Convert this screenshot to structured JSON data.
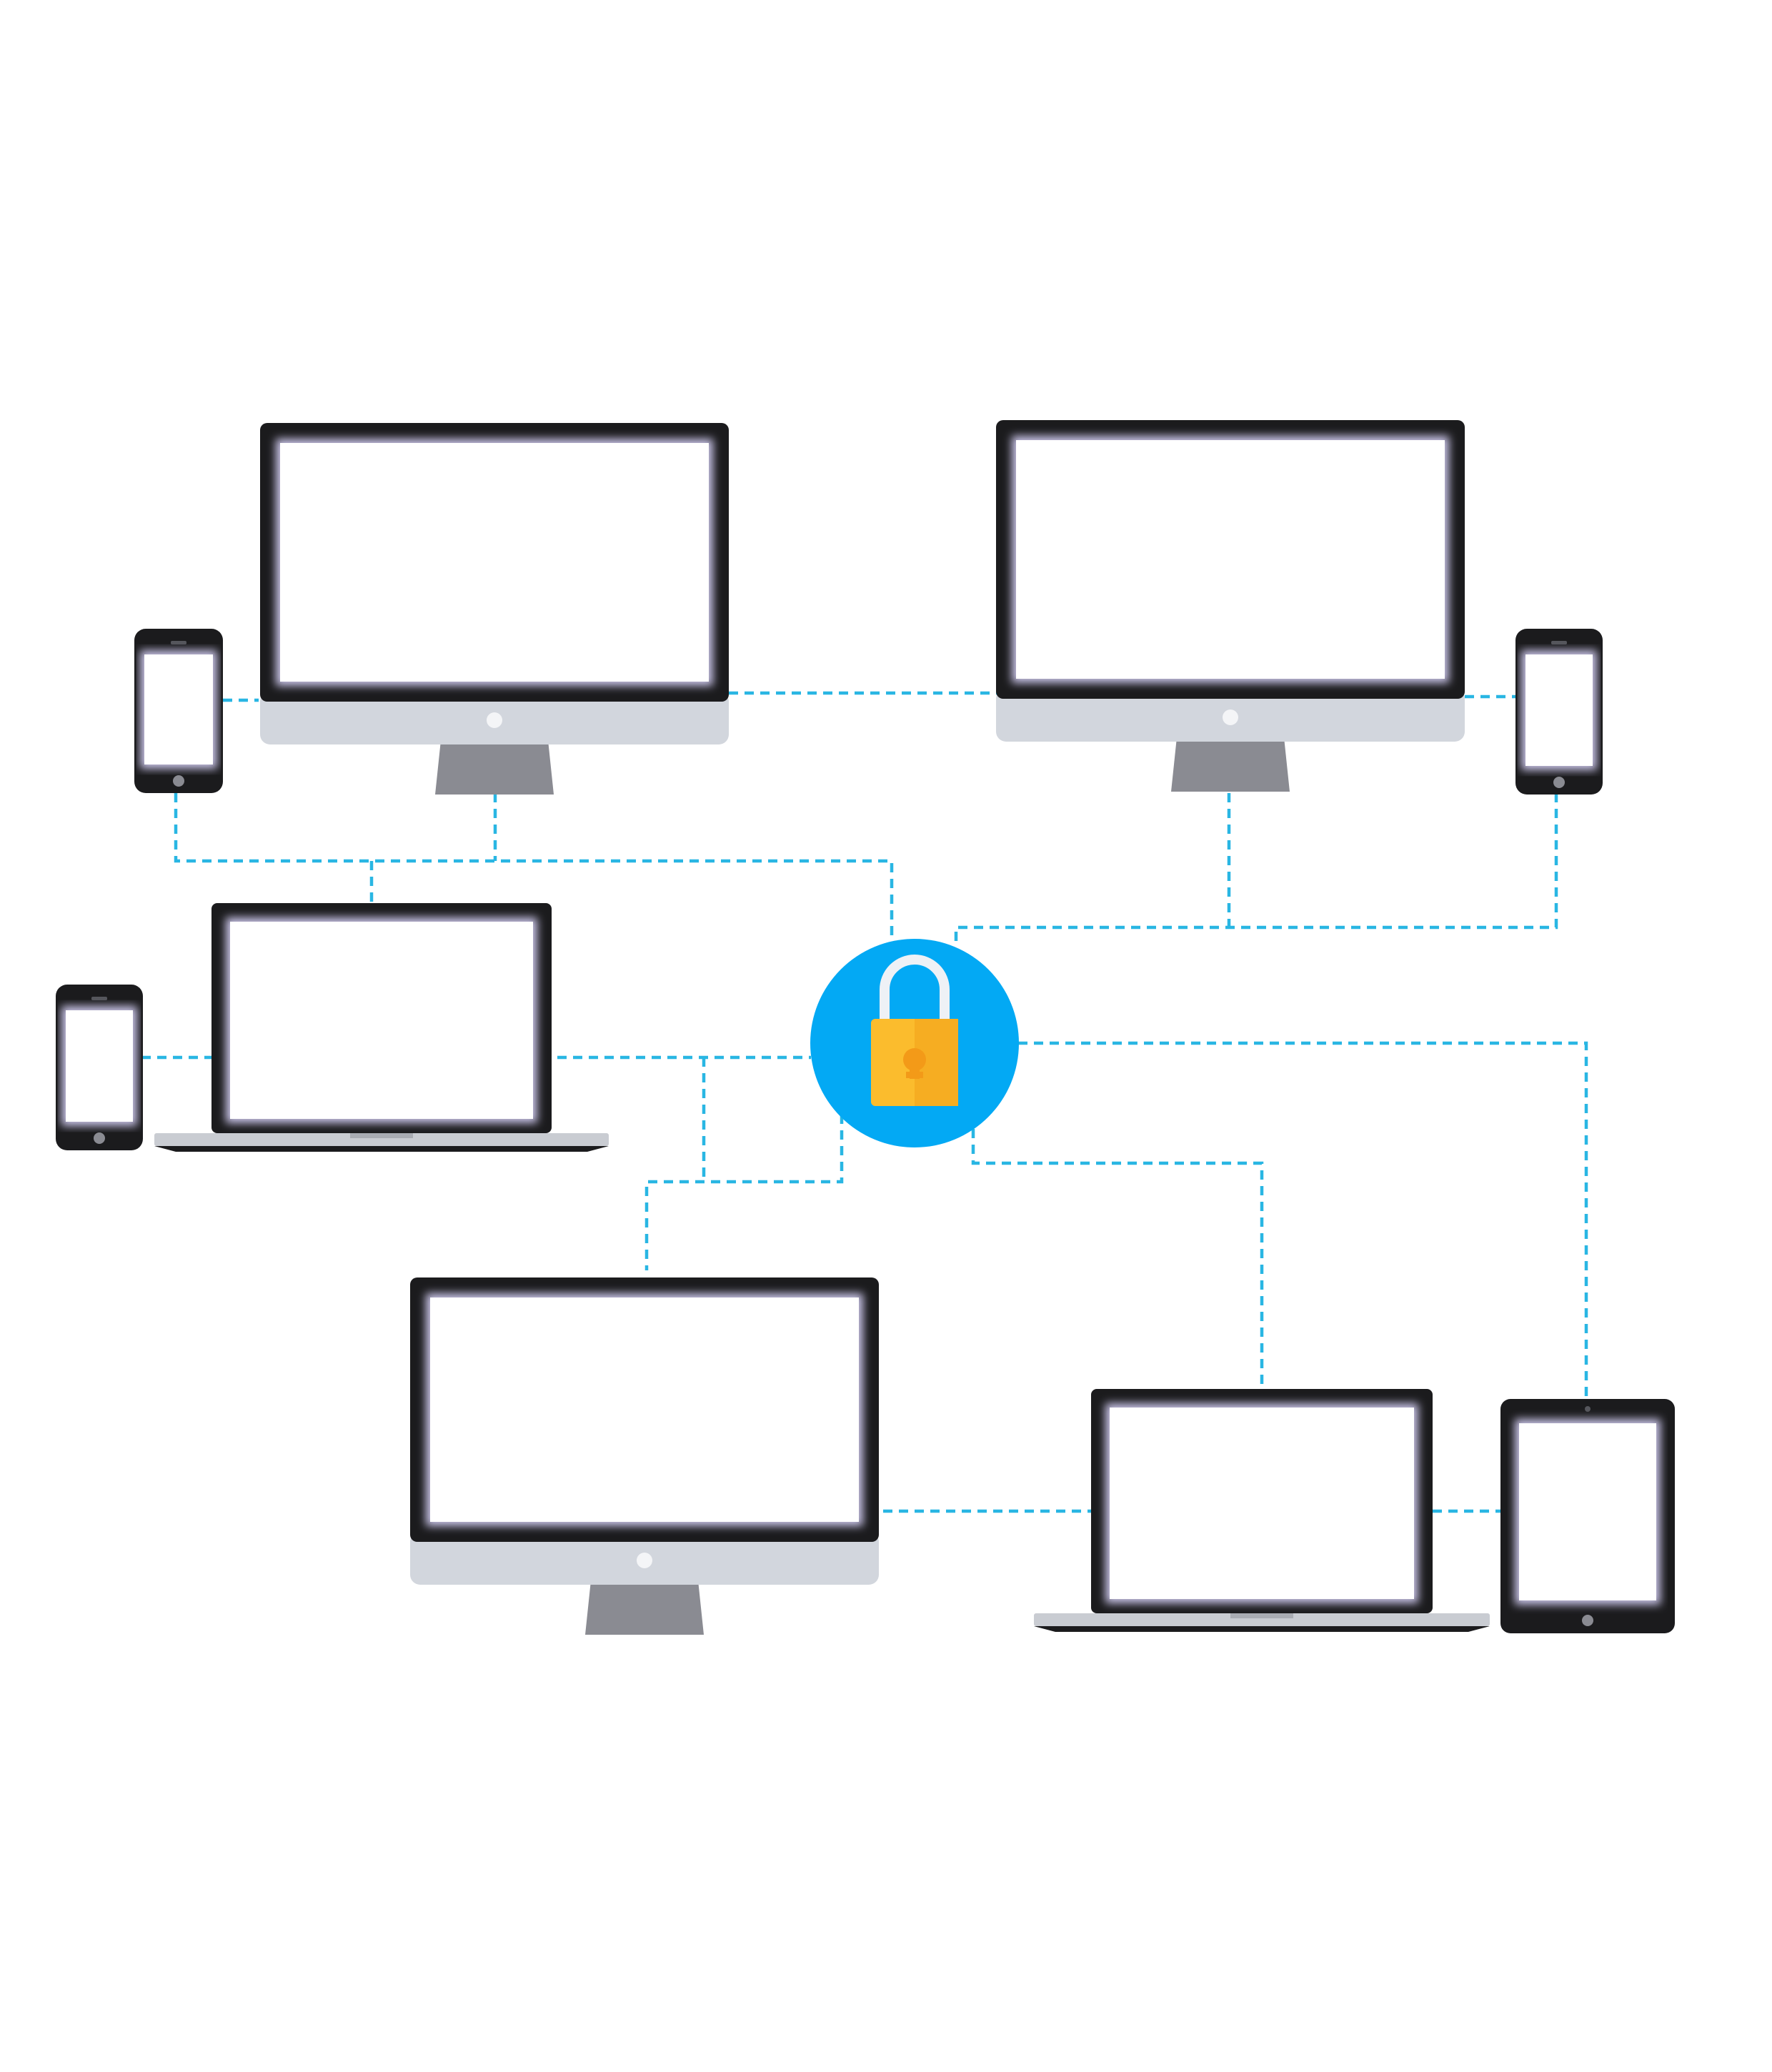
{
  "diagram": {
    "type": "network-security-illustration",
    "hub": {
      "icon": "padlock-icon"
    },
    "devices": [
      {
        "id": "monitor-top-left",
        "kind": "desktop-monitor"
      },
      {
        "id": "monitor-top-right",
        "kind": "desktop-monitor"
      },
      {
        "id": "monitor-bottom",
        "kind": "desktop-monitor"
      },
      {
        "id": "laptop-left",
        "kind": "laptop"
      },
      {
        "id": "laptop-bottom-right",
        "kind": "laptop"
      },
      {
        "id": "phone-top-left",
        "kind": "smartphone"
      },
      {
        "id": "phone-top-right",
        "kind": "smartphone"
      },
      {
        "id": "phone-left",
        "kind": "smartphone"
      },
      {
        "id": "tablet-right",
        "kind": "tablet"
      }
    ]
  },
  "colors": {
    "connector": "#29b6e3",
    "device_frame": "#1b1b1d",
    "screen": "#ffffff",
    "screen_glow": "#c8c3e6",
    "monitor_chin": "#d2d6dd",
    "monitor_stand": "#8a8b92",
    "laptop_base": "#c9ccd2",
    "hub_circle": "#03a9f4",
    "lock_body": "#fbbc2d",
    "lock_body_shade": "#f6ad22",
    "lock_shackle": "#eef1f6",
    "keyhole": "#f39a18"
  }
}
